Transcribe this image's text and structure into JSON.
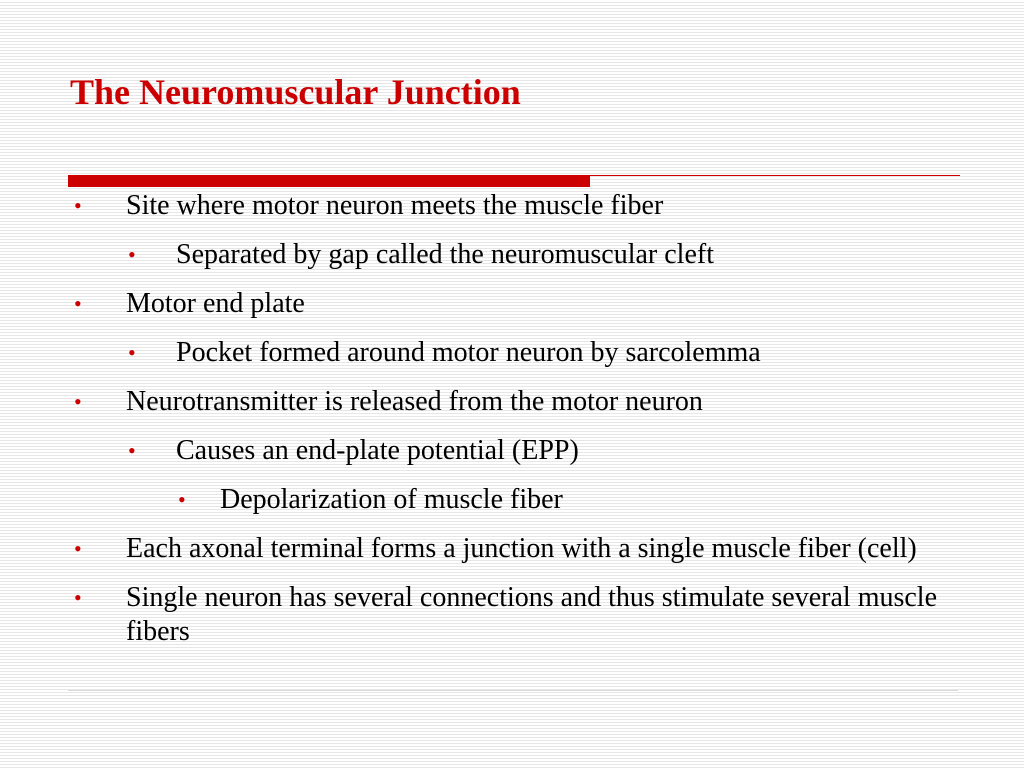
{
  "slide": {
    "title": "The Neuromuscular Junction",
    "colors": {
      "title": "#cc0000",
      "accent_rule": "#cc0000",
      "bullet": "#cc0000",
      "text": "#000000"
    },
    "bullet_glyph": "•",
    "bullets": [
      {
        "level": 0,
        "text": "Site where motor neuron meets the muscle fiber"
      },
      {
        "level": 1,
        "text": "Separated by gap called the neuromuscular cleft"
      },
      {
        "level": 0,
        "text": "Motor end plate"
      },
      {
        "level": 1,
        "text": "Pocket formed around motor neuron by sarcolemma"
      },
      {
        "level": 0,
        "text": "Neurotransmitter is released from the motor neuron"
      },
      {
        "level": 1,
        "text": "Causes an end-plate potential (EPP)"
      },
      {
        "level": 2,
        "text": "Depolarization of muscle fiber"
      },
      {
        "level": 0,
        "text": "Each axonal terminal forms a junction with a single muscle fiber (cell)"
      },
      {
        "level": 0,
        "text": "Single neuron has several connections and thus stimulate several muscle fibers"
      }
    ]
  }
}
